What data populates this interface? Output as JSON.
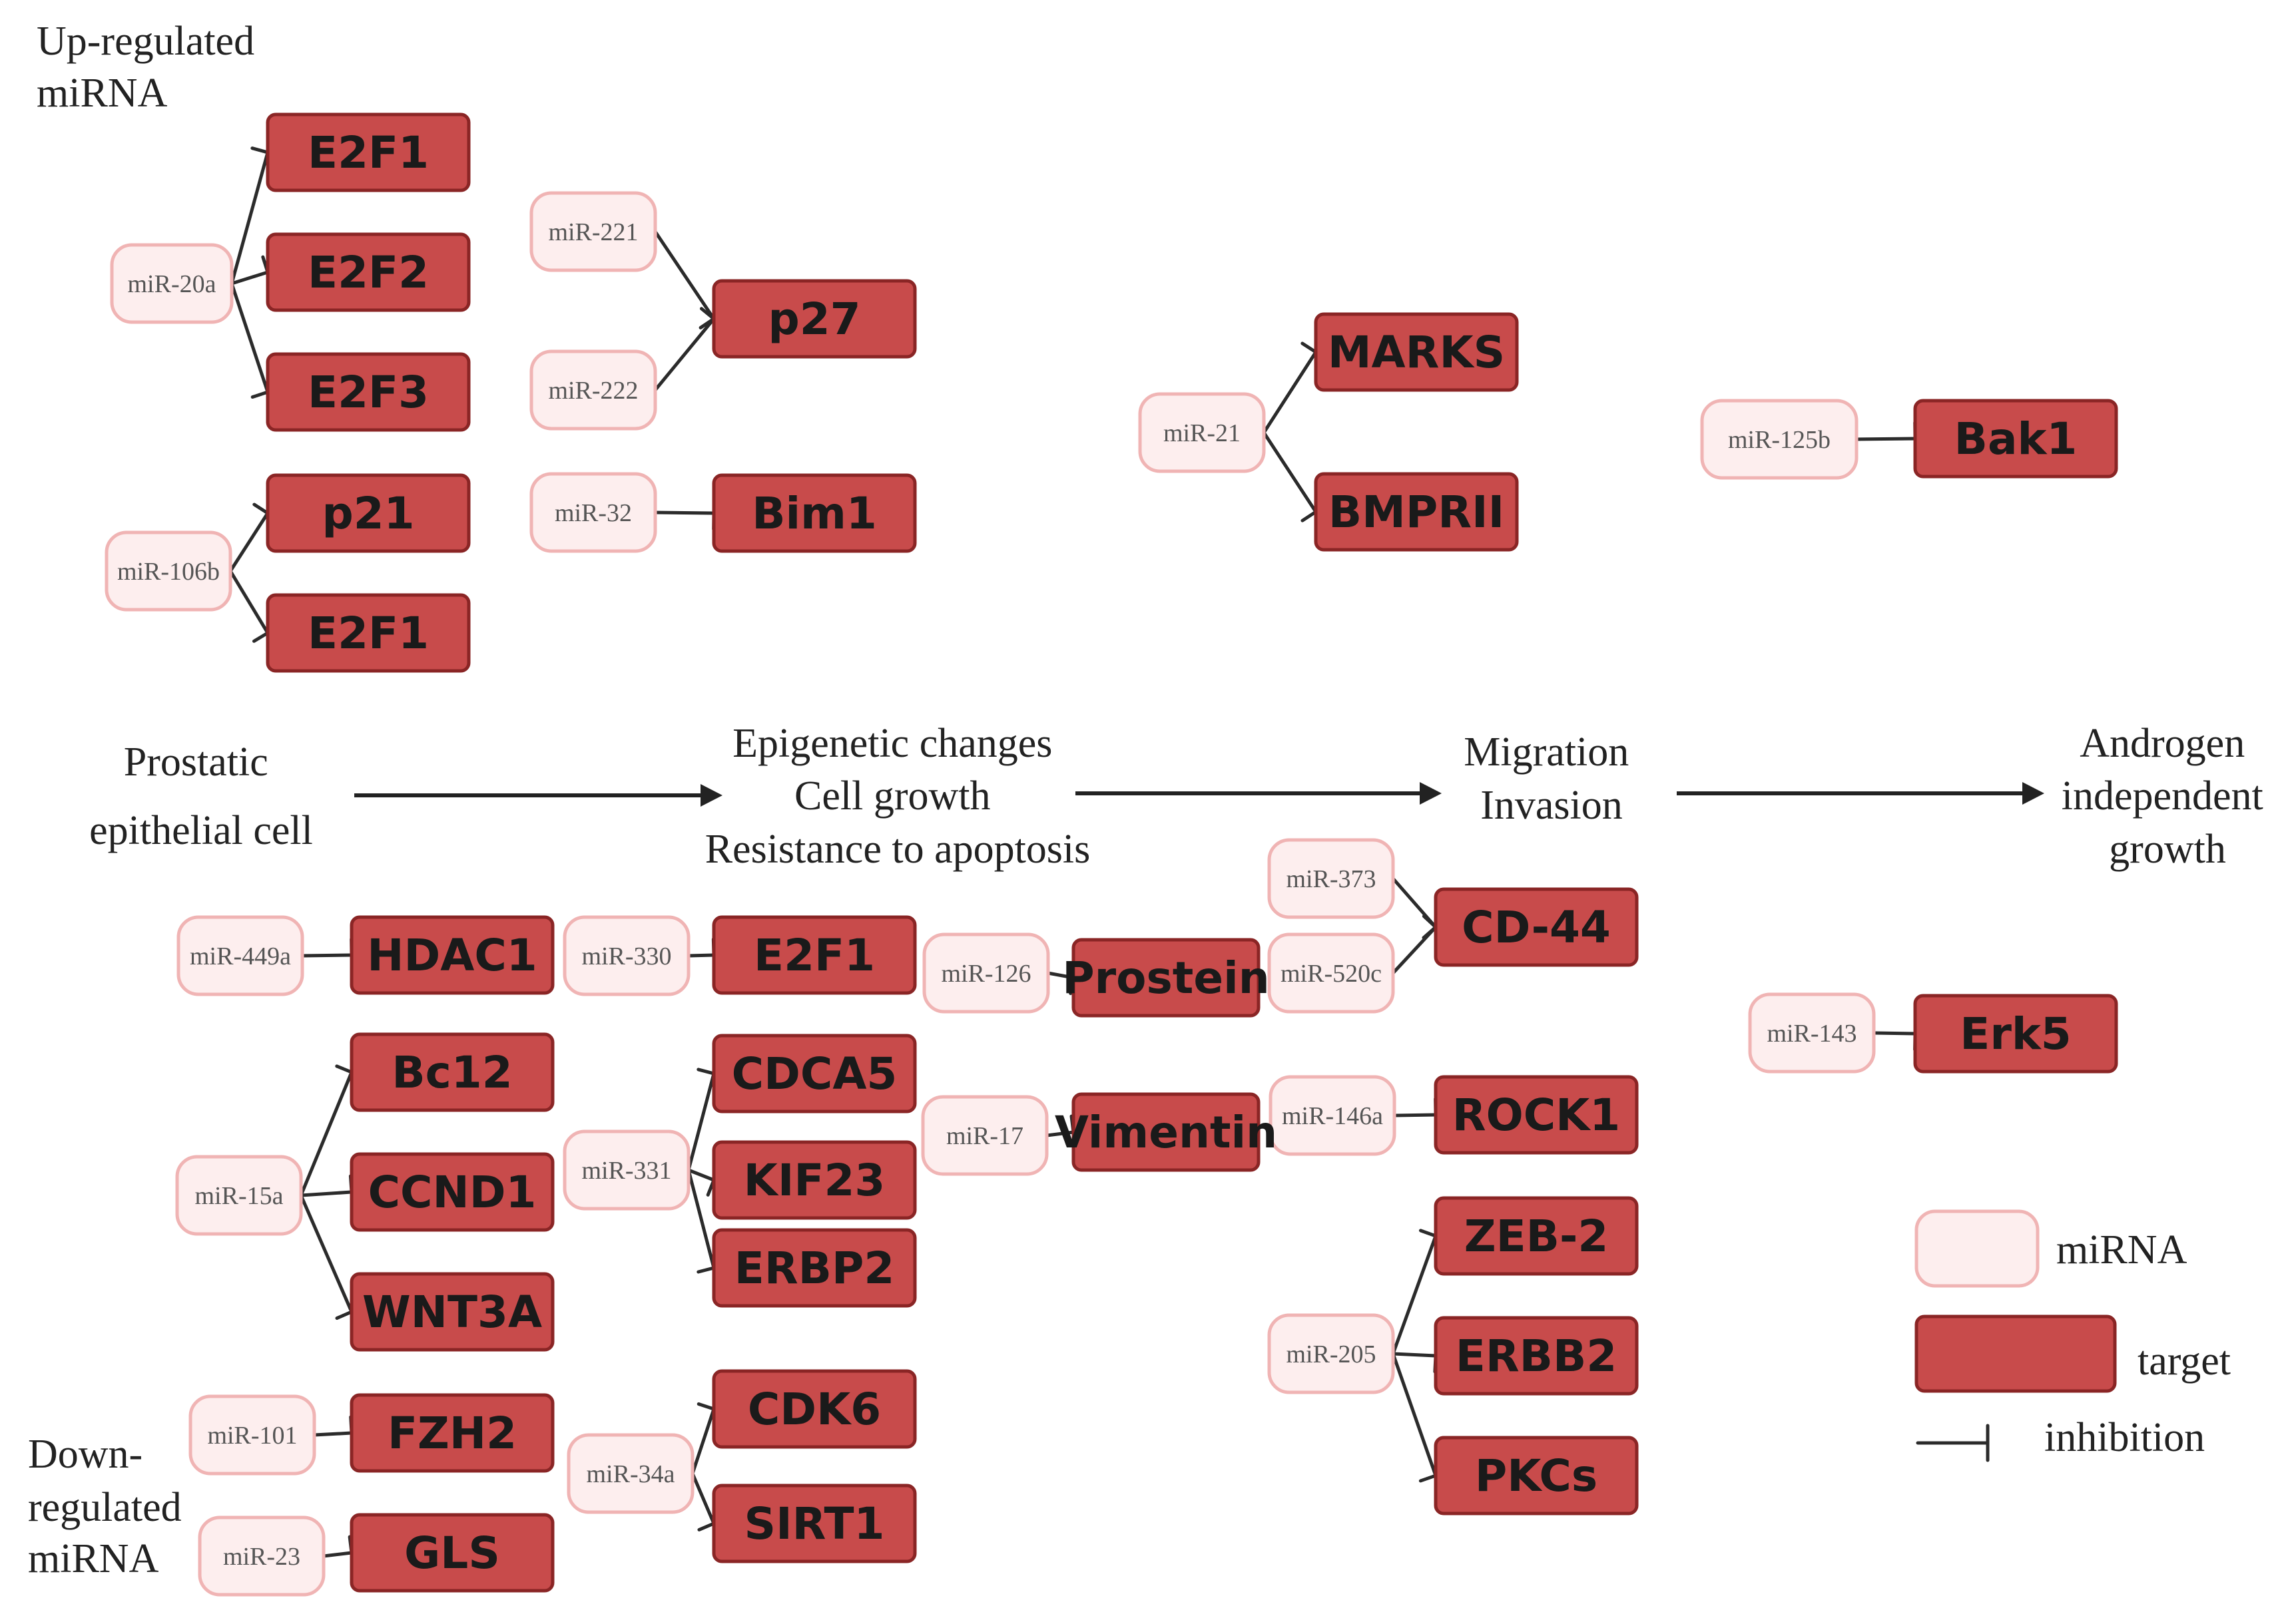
{
  "labels": {
    "upregulated": [
      "Up-regulated",
      "miRNA"
    ],
    "downregulated": [
      "Down-",
      "regulated",
      "miRNA"
    ]
  },
  "stages": [
    [
      "Prostatic",
      "epithelial cell"
    ],
    [
      "Epigenetic changes",
      "Cell growth",
      "Resistance to apoptosis"
    ],
    [
      "Migration",
      "Invasion"
    ],
    [
      "Androgen",
      "independent",
      "growth"
    ]
  ],
  "legend": {
    "mirna": "miRNA",
    "target": "target",
    "inhibition": "inhibition"
  },
  "colors": {
    "mirna_fill": "#fdeeee",
    "mirna_stroke": "#f0b4b4",
    "target_fill": "#c84b4b",
    "target_stroke": "#8a2525",
    "edge": "#2b2b2b"
  },
  "mirnas": [
    {
      "id": "m20a",
      "label": "miR-20a"
    },
    {
      "id": "m106b",
      "label": "miR-106b"
    },
    {
      "id": "m221",
      "label": "miR-221"
    },
    {
      "id": "m222",
      "label": "miR-222"
    },
    {
      "id": "m32",
      "label": "miR-32"
    },
    {
      "id": "m21",
      "label": "miR-21"
    },
    {
      "id": "m125b",
      "label": "miR-125b"
    },
    {
      "id": "m449a",
      "label": "miR-449a"
    },
    {
      "id": "m330",
      "label": "miR-330"
    },
    {
      "id": "m126",
      "label": "miR-126"
    },
    {
      "id": "m373",
      "label": "miR-373"
    },
    {
      "id": "m520c",
      "label": "miR-520c"
    },
    {
      "id": "m143",
      "label": "miR-143"
    },
    {
      "id": "m15a",
      "label": "miR-15a"
    },
    {
      "id": "m331",
      "label": "miR-331"
    },
    {
      "id": "m17",
      "label": "miR-17"
    },
    {
      "id": "m146a",
      "label": "miR-146a"
    },
    {
      "id": "m205",
      "label": "miR-205"
    },
    {
      "id": "m101",
      "label": "miR-101"
    },
    {
      "id": "m23",
      "label": "miR-23"
    },
    {
      "id": "m34a",
      "label": "miR-34a"
    }
  ],
  "targets": [
    {
      "id": "tE2F1a",
      "label": "E2F1"
    },
    {
      "id": "tE2F2",
      "label": "E2F2"
    },
    {
      "id": "tE2F3",
      "label": "E2F3"
    },
    {
      "id": "tp21",
      "label": "p21"
    },
    {
      "id": "tE2F1b",
      "label": "E2F1"
    },
    {
      "id": "tp27",
      "label": "p27"
    },
    {
      "id": "tBim1",
      "label": "Bim1"
    },
    {
      "id": "tMARKS",
      "label": "MARKS"
    },
    {
      "id": "tBMPRII",
      "label": "BMPRII"
    },
    {
      "id": "tBak1",
      "label": "Bak1"
    },
    {
      "id": "tHDAC1",
      "label": "HDAC1"
    },
    {
      "id": "tE2F1c",
      "label": "E2F1"
    },
    {
      "id": "tProstein",
      "label": "Prostein"
    },
    {
      "id": "tCD44",
      "label": "CD-44"
    },
    {
      "id": "tErk5",
      "label": "Erk5"
    },
    {
      "id": "tBc12",
      "label": "Bc12"
    },
    {
      "id": "tCCND1",
      "label": "CCND1"
    },
    {
      "id": "tWNT3A",
      "label": "WNT3A"
    },
    {
      "id": "tCDCA5",
      "label": "CDCA5"
    },
    {
      "id": "tKIF23",
      "label": "KIF23"
    },
    {
      "id": "tERBP2",
      "label": "ERBP2"
    },
    {
      "id": "tVimentin",
      "label": "Vimentin"
    },
    {
      "id": "tROCK1",
      "label": "ROCK1"
    },
    {
      "id": "tZEB2",
      "label": "ZEB-2"
    },
    {
      "id": "tERBB2",
      "label": "ERBB2"
    },
    {
      "id": "tPKCs",
      "label": "PKCs"
    },
    {
      "id": "tFZH2",
      "label": "FZH2"
    },
    {
      "id": "tGLS",
      "label": "GLS"
    },
    {
      "id": "tCDK6",
      "label": "CDK6"
    },
    {
      "id": "tSIRT1",
      "label": "SIRT1"
    }
  ],
  "edges": [
    [
      "m20a",
      "tE2F1a"
    ],
    [
      "m20a",
      "tE2F2"
    ],
    [
      "m20a",
      "tE2F3"
    ],
    [
      "m106b",
      "tp21"
    ],
    [
      "m106b",
      "tE2F1b"
    ],
    [
      "m221",
      "tp27"
    ],
    [
      "m222",
      "tp27"
    ],
    [
      "m32",
      "tBim1"
    ],
    [
      "m21",
      "tMARKS"
    ],
    [
      "m21",
      "tBMPRII"
    ],
    [
      "m125b",
      "tBak1"
    ],
    [
      "m449a",
      "tHDAC1"
    ],
    [
      "m330",
      "tE2F1c"
    ],
    [
      "m126",
      "tProstein"
    ],
    [
      "m373",
      "tCD44"
    ],
    [
      "m520c",
      "tCD44"
    ],
    [
      "m143",
      "tErk5"
    ],
    [
      "m15a",
      "tBc12"
    ],
    [
      "m15a",
      "tCCND1"
    ],
    [
      "m15a",
      "tWNT3A"
    ],
    [
      "m331",
      "tCDCA5"
    ],
    [
      "m331",
      "tKIF23"
    ],
    [
      "m331",
      "tERBP2"
    ],
    [
      "m17",
      "tVimentin"
    ],
    [
      "m146a",
      "tROCK1"
    ],
    [
      "m205",
      "tZEB2"
    ],
    [
      "m205",
      "tERBB2"
    ],
    [
      "m205",
      "tPKCs"
    ],
    [
      "m101",
      "tFZH2"
    ],
    [
      "m23",
      "tGLS"
    ],
    [
      "m34a",
      "tCDK6"
    ],
    [
      "m34a",
      "tSIRT1"
    ]
  ]
}
